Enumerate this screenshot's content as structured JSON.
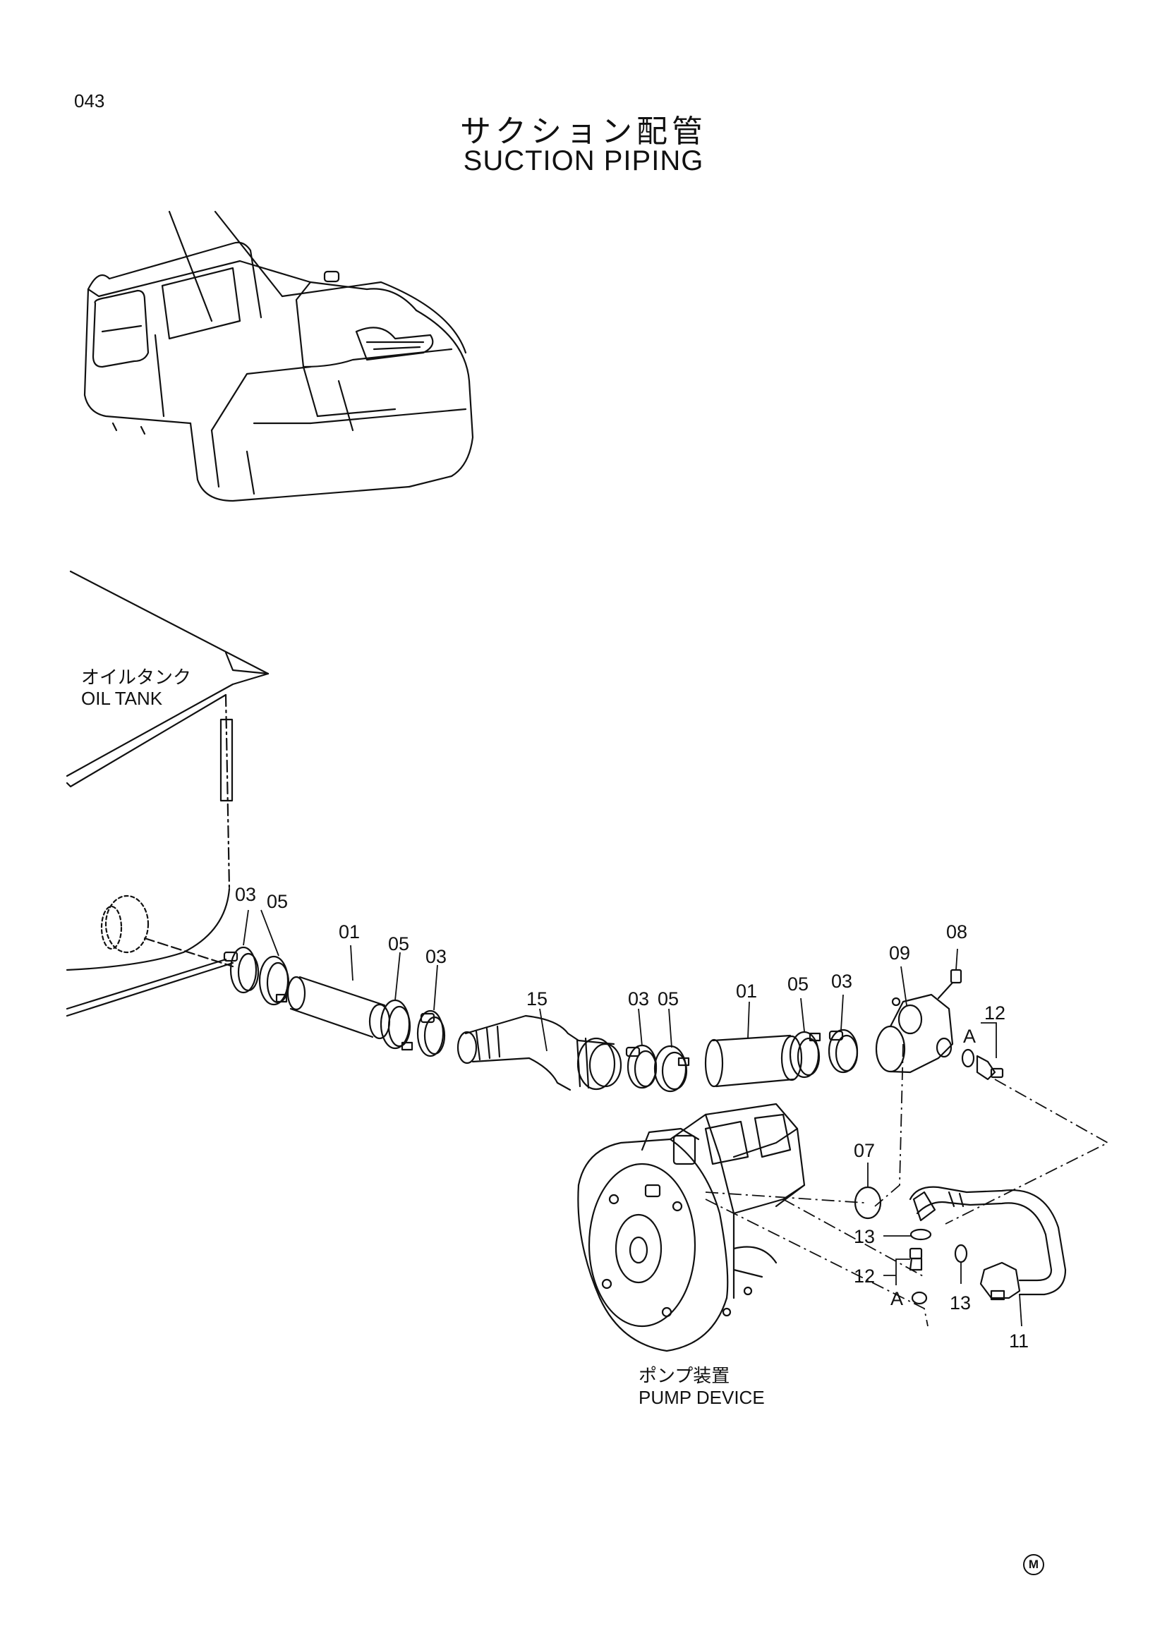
{
  "header": {
    "page_number": "043",
    "title_jp": "サクション配管",
    "title_en": "SUCTION PIPING"
  },
  "labels": {
    "oil_tank_jp": "オイルタンク",
    "oil_tank_en": "OIL TANK",
    "pump_device_jp": "ポンプ装置",
    "pump_device_en": "PUMP DEVICE",
    "view_a": "A"
  },
  "callouts": {
    "c1": "03",
    "c2": "05",
    "c3": "01",
    "c4": "05",
    "c5": "03",
    "c6": "15",
    "c7": "03",
    "c8": "05",
    "c9": "01",
    "c10": "05",
    "c11": "03",
    "c12": "09",
    "c13": "08",
    "c14": "12",
    "c15": "07",
    "c16": "13",
    "c17": "12",
    "c18": "13",
    "c19": "11"
  },
  "footer": {
    "mark": "M"
  }
}
